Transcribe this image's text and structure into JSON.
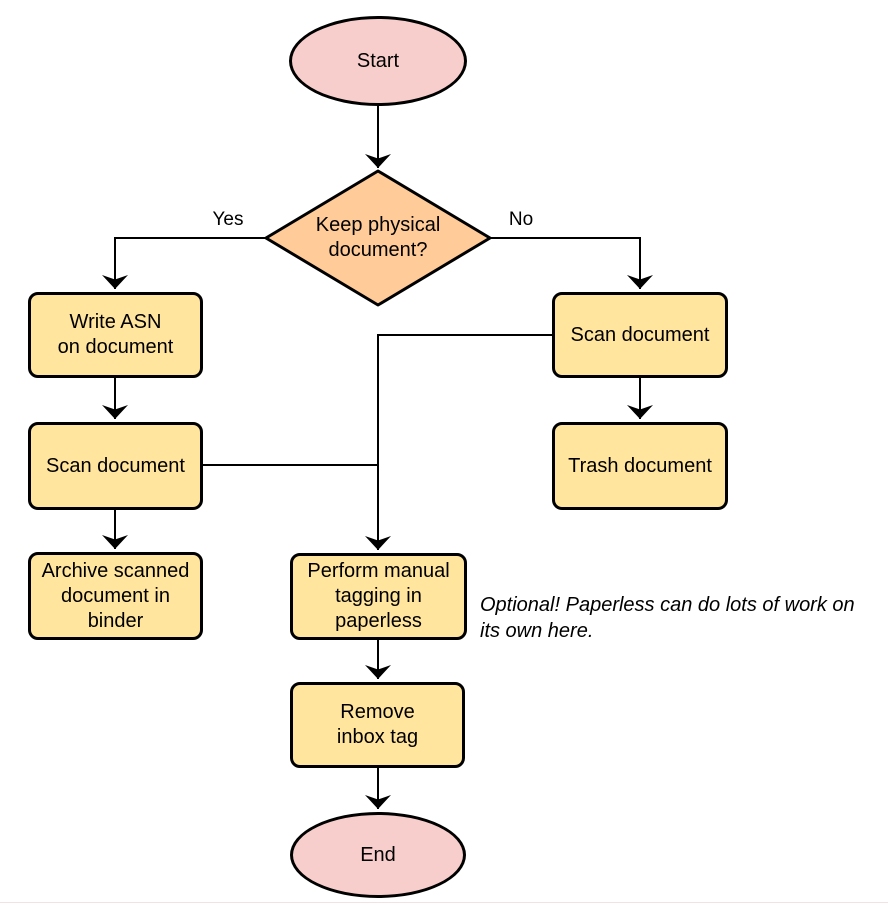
{
  "flowchart": {
    "nodes": {
      "start": {
        "label": "Start",
        "type": "terminal"
      },
      "decision": {
        "label": "Keep physical\ndocument?",
        "type": "decision"
      },
      "write_asn": {
        "label": "Write ASN\non document",
        "type": "process"
      },
      "scan_left": {
        "label": "Scan document",
        "type": "process"
      },
      "archive": {
        "label": "Archive scanned\ndocument in\nbinder",
        "type": "process"
      },
      "scan_right": {
        "label": "Scan document",
        "type": "process"
      },
      "trash": {
        "label": "Trash document",
        "type": "process"
      },
      "tagging": {
        "label": "Perform manual\ntagging in\npaperless",
        "type": "process"
      },
      "remove_inbox": {
        "label": "Remove\ninbox tag",
        "type": "process"
      },
      "end": {
        "label": "End",
        "type": "terminal"
      }
    },
    "edge_labels": {
      "yes": "Yes",
      "no": "No"
    },
    "note": "Optional! Paperless can do lots of work on\nits own here.",
    "colors": {
      "terminal_fill": "#f8cecc",
      "decision_fill": "#ffcc99",
      "process_fill": "#ffe59e",
      "stroke": "#000000"
    }
  }
}
